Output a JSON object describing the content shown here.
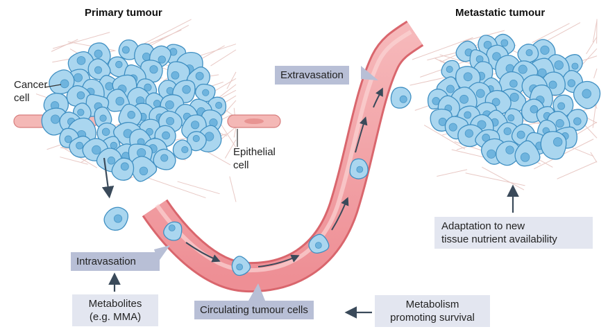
{
  "titles": {
    "primary": "Primary tumour",
    "metastatic": "Metastatic tumour"
  },
  "labels": {
    "cancer_cell_line1": "Cancer",
    "cancer_cell_line2": "cell",
    "epithelial_line1": "Epithelial",
    "epithelial_line2": "cell"
  },
  "steps": {
    "extravasation": "Extravasation",
    "intravasation": "Intravasation",
    "circulating": "Circulating tumour cells"
  },
  "notes": {
    "metabolites_line1": "Metabolites",
    "metabolites_line2": "(e.g. MMA)",
    "metabolism_line1": "Metabolism",
    "metabolism_line2": "promoting survival",
    "adaptation_line1": "Adaptation to new",
    "adaptation_line2": "tissue nutrient availability"
  },
  "colors": {
    "cell_fill": "#aad6ef",
    "cell_stroke": "#3f8fc2",
    "nucleus": "#6fb4de",
    "vessel": "#ef9ca0",
    "vessel_dark": "#e26f76",
    "step_box": "#b8bfd6",
    "note_box": "#e3e6f0",
    "fibre": "#e8c8c4",
    "arrow": "#3a4a5a"
  }
}
